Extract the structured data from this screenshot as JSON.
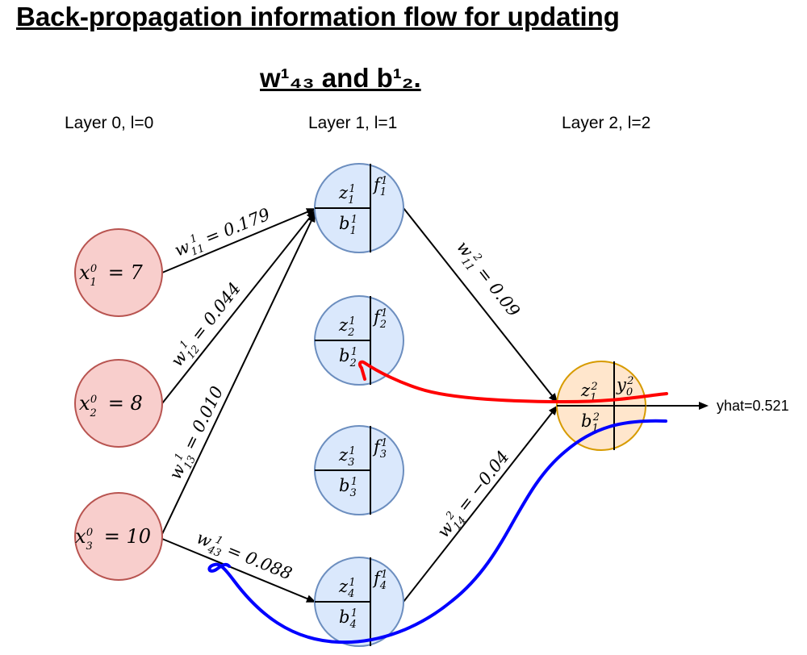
{
  "title": {
    "line1": "Back-propagation information flow for updating ",
    "line2": "w¹₄₃ and b¹₂."
  },
  "layers": [
    {
      "label": "Layer 0, l=0"
    },
    {
      "label": "Layer 1, l=1"
    },
    {
      "label": "Layer 2, l=2"
    }
  ],
  "inputs": [
    {
      "var": "x",
      "sub": "1",
      "sup": "0",
      "value": "7"
    },
    {
      "var": "x",
      "sub": "2",
      "sup": "0",
      "value": "8"
    },
    {
      "var": "x",
      "sub": "3",
      "sup": "0",
      "value": "10"
    }
  ],
  "hidden": [
    {
      "z": "1",
      "b": "1",
      "f": "1"
    },
    {
      "z": "2",
      "b": "2",
      "f": "2"
    },
    {
      "z": "3",
      "b": "3",
      "f": "3"
    },
    {
      "z": "4",
      "b": "4",
      "f": "4"
    }
  ],
  "output_node": {
    "z": "z",
    "z_sub": "1",
    "z_sup": "2",
    "y": "y",
    "y_sub": "0",
    "y_sup": "2",
    "b": "b",
    "b_sub": "1",
    "b_sup": "2"
  },
  "weights": {
    "w11_1": {
      "sub": "11",
      "sup": "1",
      "value": "= 0.179"
    },
    "w12_1": {
      "sub": "12",
      "sup": "1",
      "value": "= 0.044"
    },
    "w13_1": {
      "sub": "13",
      "sup": "1",
      "value": "= 0.010"
    },
    "w43_1": {
      "sub": "43",
      "sup": "1",
      "value": "= 0.088"
    },
    "w11_2": {
      "sub": "11",
      "sup": "2",
      "value": "= 0.09"
    },
    "w14_2": {
      "sub": "14",
      "sup": "2",
      "value": "= −0.04"
    }
  },
  "output_label": "yhat=0.521",
  "colors": {
    "input_fill": "#f8cecc",
    "input_stroke": "#b85450",
    "hidden_fill": "#dae8fc",
    "hidden_stroke": "#6c8ebf",
    "output_fill": "#ffe6cc",
    "output_stroke": "#d79b00",
    "red_path": "#ff0000",
    "blue_path": "#0000ff"
  }
}
